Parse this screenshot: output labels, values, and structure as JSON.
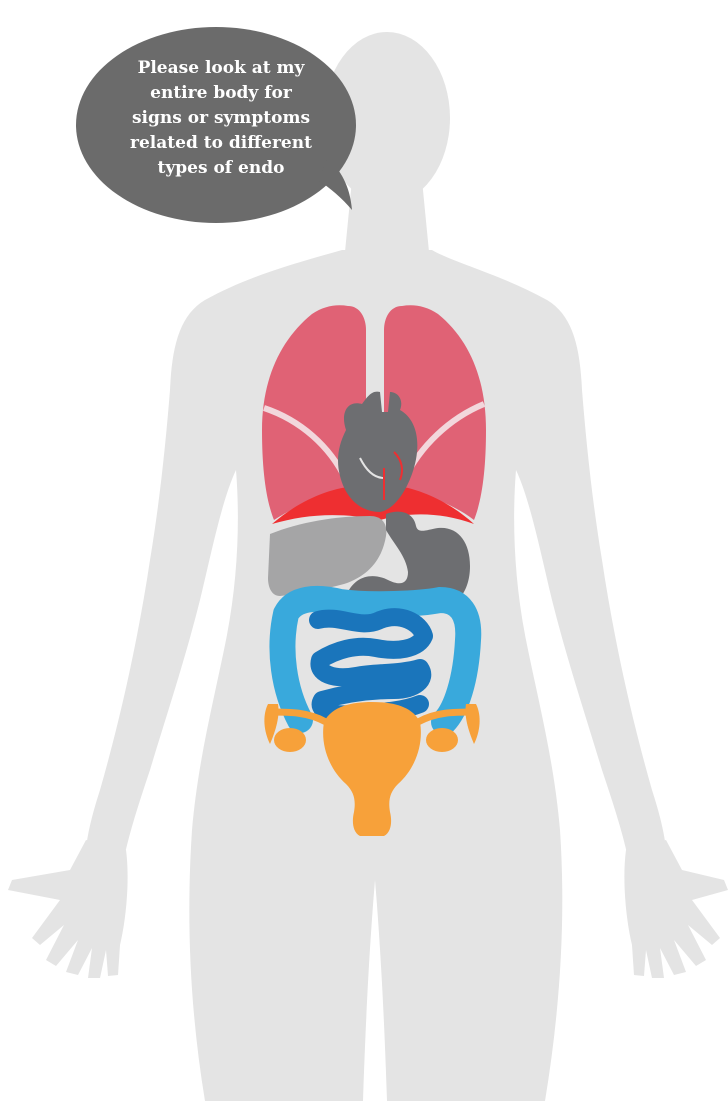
{
  "speech_bubble": {
    "lines": [
      "Please look at my",
      "entire body for",
      "signs or symptoms",
      "related to different",
      "types of endo"
    ]
  },
  "colors": {
    "body": "#e4e4e4",
    "bubble": "#6b6b6b",
    "lungs": "#e06275",
    "diaphragm": "#ee2f31",
    "liver": "#a5a5a6",
    "heart_stomach": "#6d6e71",
    "large_intestine": "#39a9dc",
    "small_intestine": "#1a75bb",
    "reproductive_organs": "#f7a13a"
  },
  "organs": [
    "lungs-icon",
    "heart-icon",
    "diaphragm-icon",
    "liver-icon",
    "stomach-icon",
    "large-intestine-icon",
    "small-intestine-icon",
    "uterus-icon"
  ]
}
